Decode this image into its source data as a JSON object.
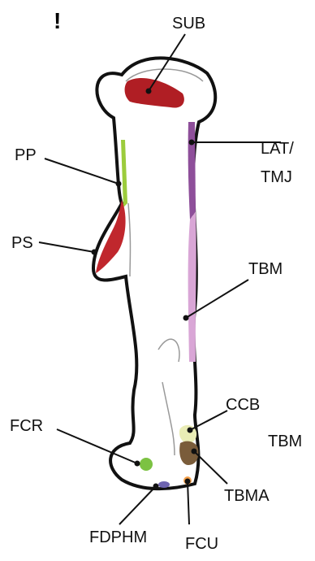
{
  "corner_mark": "!",
  "labels": {
    "sub": "SUB",
    "pp": "PP",
    "lat_line1": "LAT/",
    "lat_line2": "TMJ",
    "ps": "PS",
    "tbm_upper": "TBM",
    "ccb": "CCB",
    "tbm_lower": "TBM",
    "fcr": "FCR",
    "tbma": "TBMA",
    "fdphm": "FDPHM",
    "fcu": "FCU"
  },
  "colors": {
    "outline": "#111111",
    "sub": "#b01e24",
    "pp": "#9ccc3c",
    "ps": "#c0272d",
    "lat_tmj": "#8e4f9a",
    "tbm": "#d9a6d6",
    "ccb": "#e9ecb5",
    "tbma": "#7a5c3a",
    "fcr": "#7cc242",
    "fdphm": "#6e64b0",
    "fcu": "#f5a04a"
  }
}
